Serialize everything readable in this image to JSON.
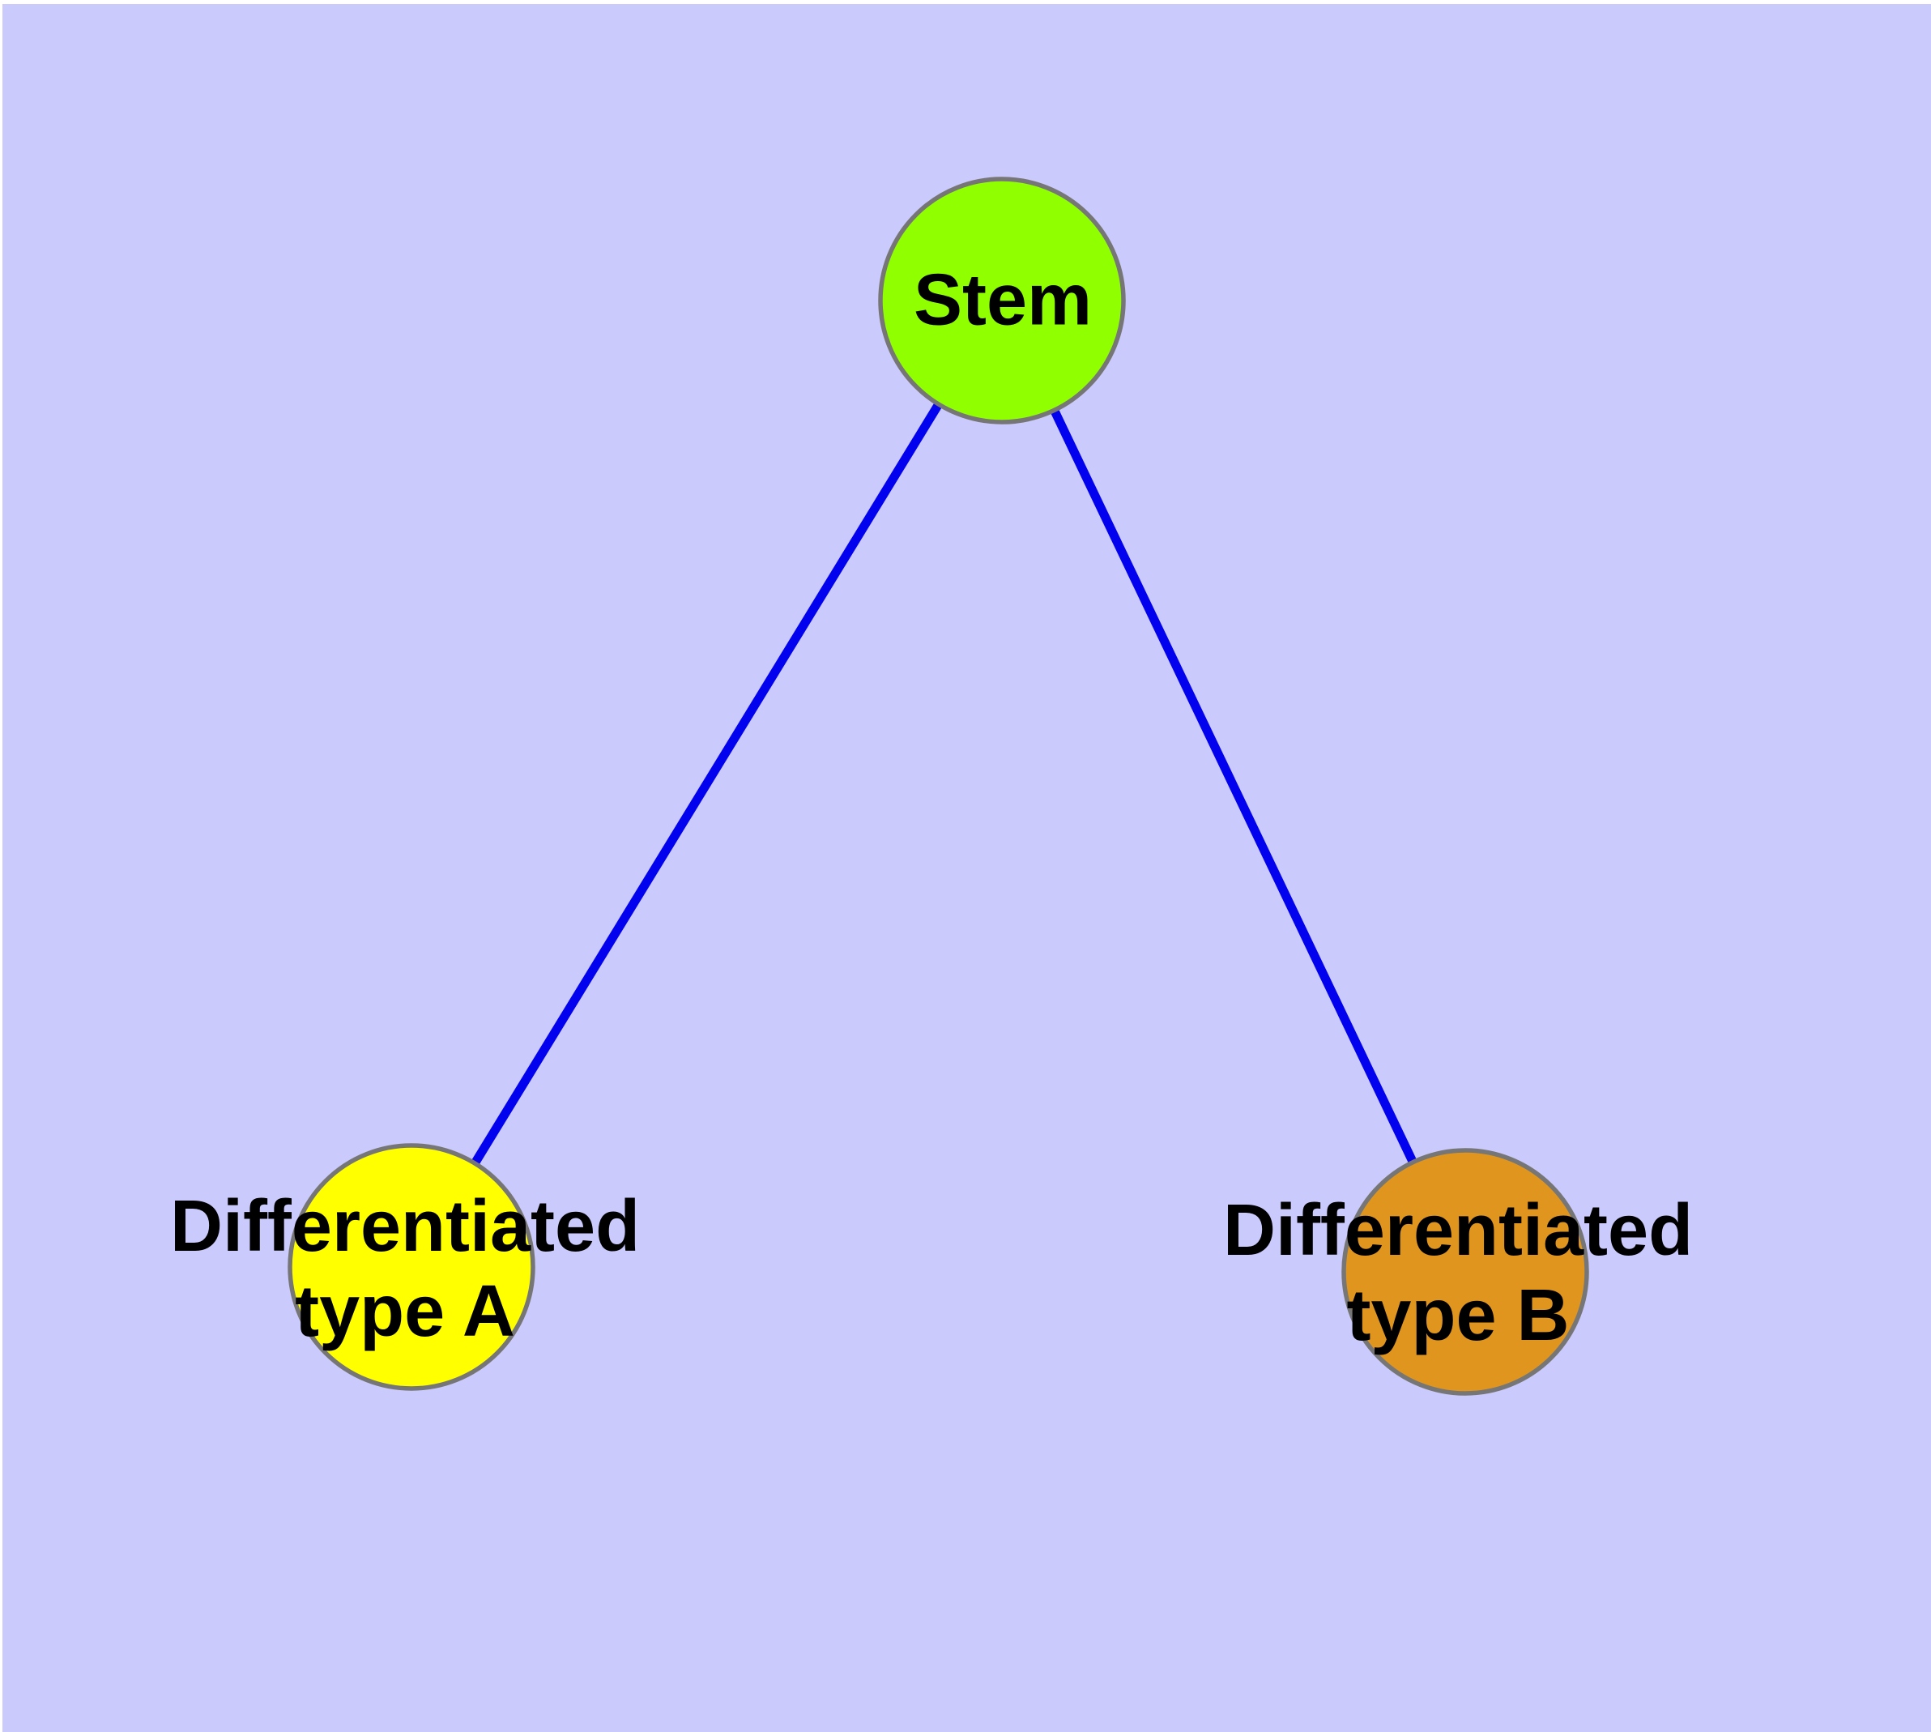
{
  "diagram": {
    "title": "",
    "background_color": "#CACAFC",
    "margin_color": "#FFFFFF",
    "edge_color": "#0202EE",
    "node_border_color": "#767676",
    "label_color": "#000000",
    "nodes": [
      {
        "id": "stem",
        "label": "Stem",
        "fill": "#90FF00"
      },
      {
        "id": "diff-a",
        "label_line1": "Differentiated",
        "label_line2": "type A",
        "fill": "#FFFF00"
      },
      {
        "id": "diff-b",
        "label_line1": "Differentiated",
        "label_line2": "type B",
        "fill": "#E0961E"
      }
    ],
    "edges": [
      {
        "from": "Stem",
        "to": "Differentiated type A"
      },
      {
        "from": "Stem",
        "to": "Differentiated type B"
      }
    ]
  }
}
